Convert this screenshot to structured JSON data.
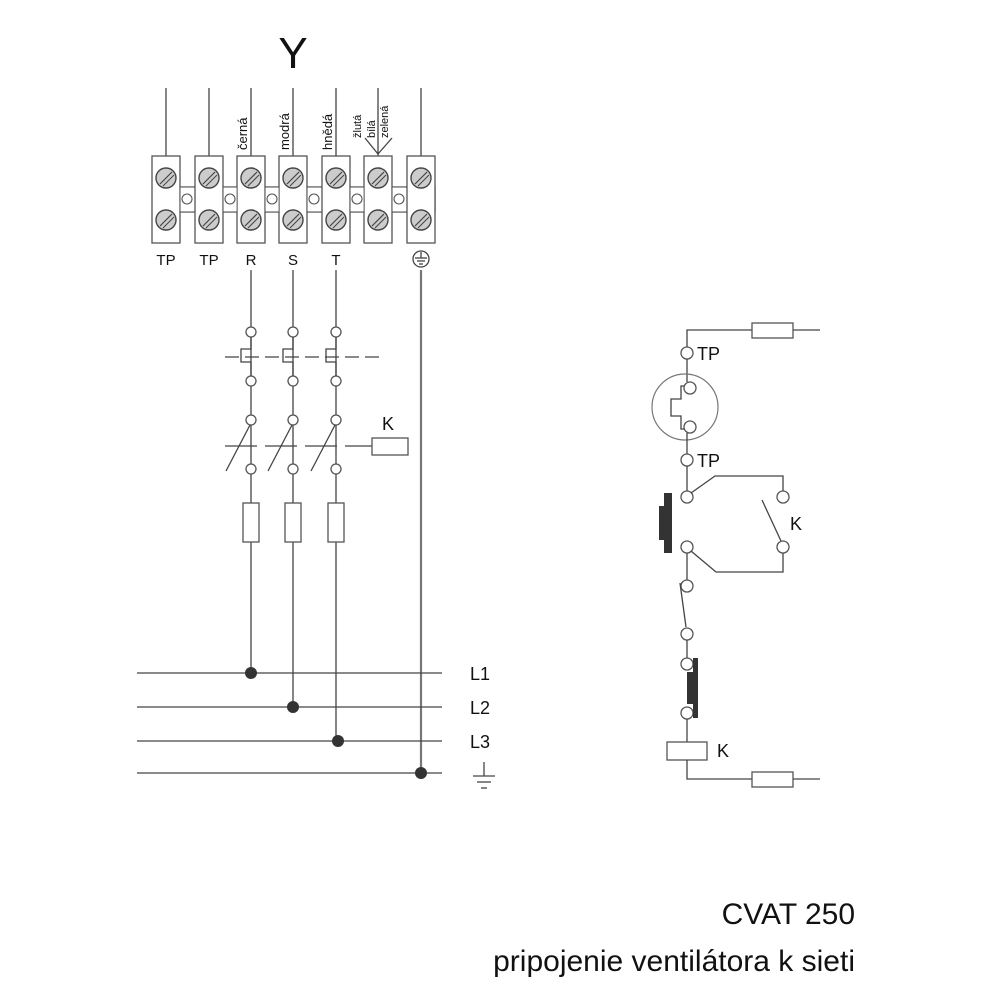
{
  "header": {
    "title": "Y"
  },
  "wire_colors": [
    "černá",
    "modrá",
    "hnědá",
    "žlutá",
    "bílá",
    "zelená"
  ],
  "terminal_labels": [
    "TP",
    "TP",
    "R",
    "S",
    "T"
  ],
  "terminal_ground_icon": "ground-symbol-icon",
  "contactor_label": "K",
  "bus_labels": [
    "L1",
    "L2",
    "L3"
  ],
  "control": {
    "tp_top": "TP",
    "tp_bottom": "TP",
    "k_contact": "K",
    "k_coil": "K"
  },
  "footer": {
    "model": "CVAT 250",
    "caption": "pripojenie ventilátora k sieti"
  }
}
